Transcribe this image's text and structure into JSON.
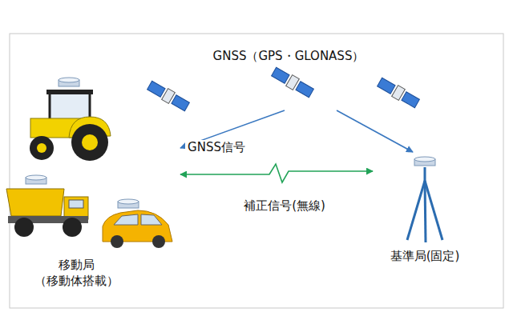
{
  "diagram": {
    "nodes": [
      {
        "text": [
          "GNSS（GPS・GLONASS）"
        ]
      },
      {
        "text": [
          "移動局 （移動体搭載）"
        ]
      },
      {
        "text": [
          "基準局(固定)"
        ]
      }
    ],
    "edges": [
      {
        "from": 0,
        "to": 1,
        "label": "GNSS信号",
        "arrow": "to"
      },
      {
        "from": 0,
        "to": 2,
        "arrow": "to"
      },
      {
        "from": 1,
        "to": 2,
        "label": "補正信号(無線)",
        "arrow": "both"
      }
    ]
  }
}
